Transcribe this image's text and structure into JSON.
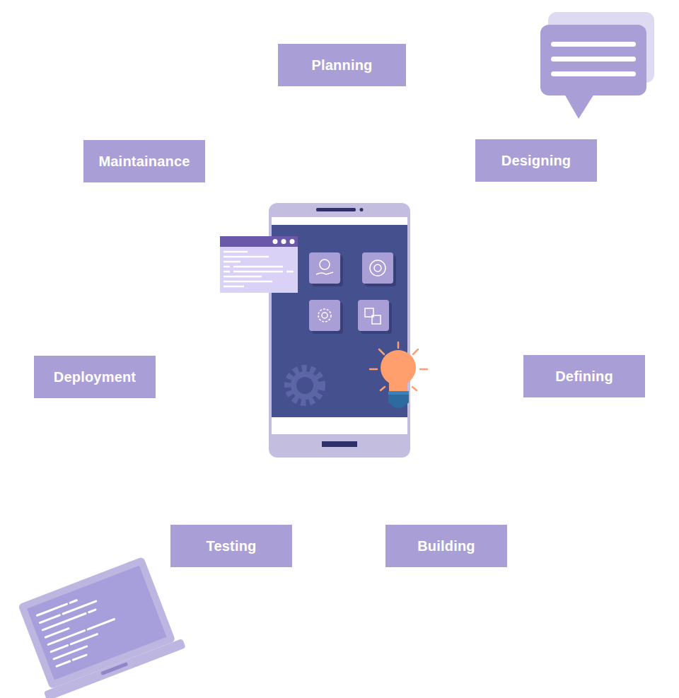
{
  "diagram": {
    "nodes": [
      {
        "text": [
          "Planning"
        ]
      },
      {
        "text": [
          "Designing"
        ]
      },
      {
        "text": [
          "Defining"
        ]
      },
      {
        "text": [
          "Building"
        ]
      },
      {
        "text": [
          "Testing"
        ]
      },
      {
        "text": [
          "Deployment"
        ]
      },
      {
        "text": [
          "Maintainance"
        ]
      }
    ]
  }
}
